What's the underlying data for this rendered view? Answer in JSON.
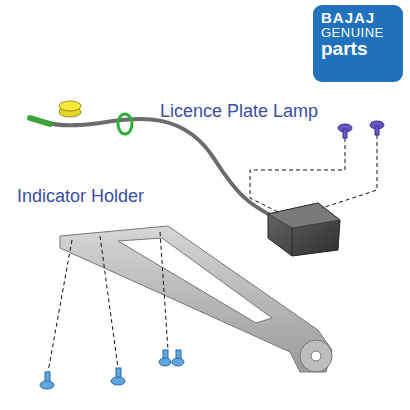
{
  "diagram": {
    "nodes": [
      {
        "text": [
          "BAJAJ",
          "GENUINE",
          "parts"
        ]
      }
    ],
    "labels": [
      "Licence Plate Lamp",
      "Indicator Holder"
    ]
  }
}
